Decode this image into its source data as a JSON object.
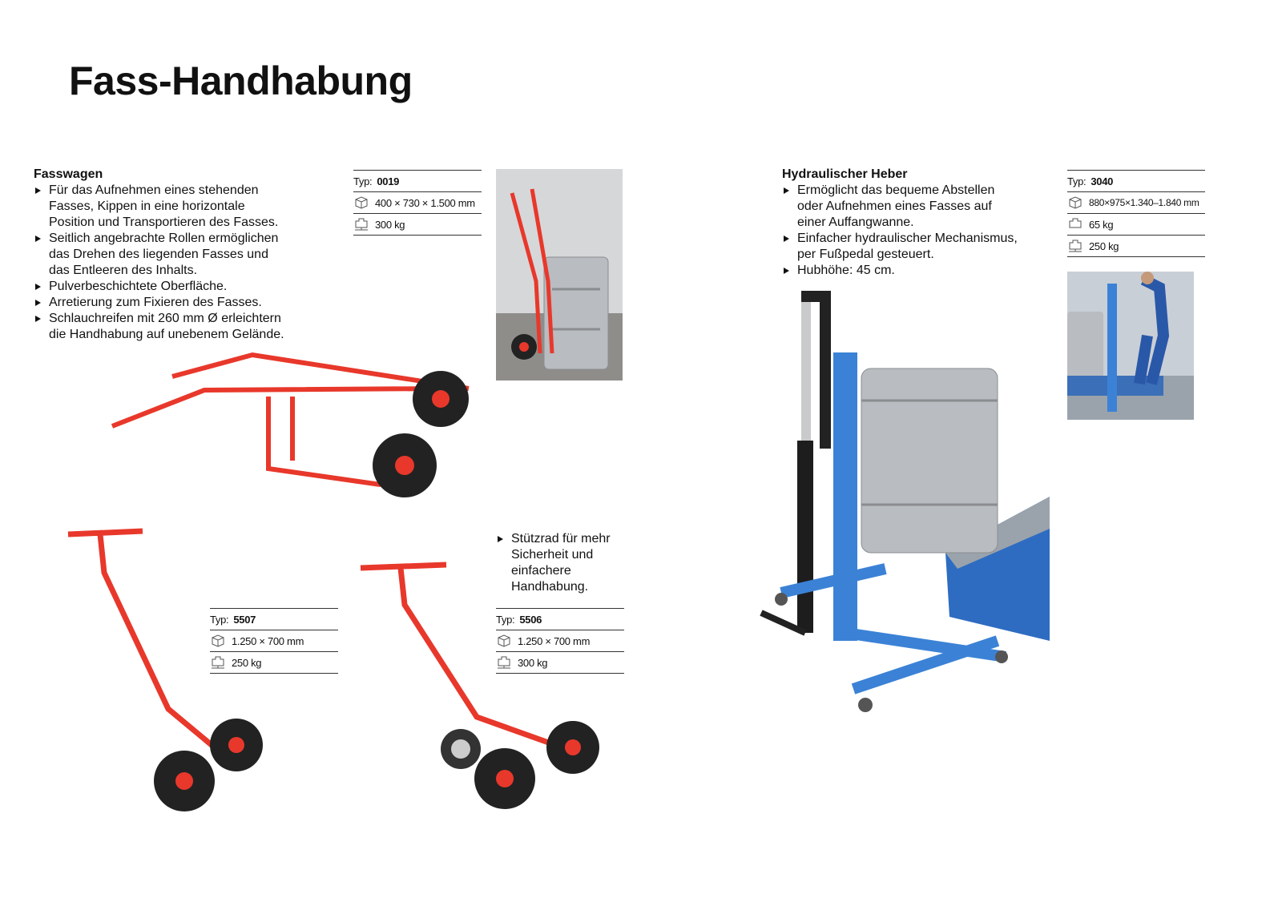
{
  "title": "Fass-Handhabung",
  "fasswagen": {
    "heading": "Fasswagen",
    "bullets": [
      "Für das Aufnehmen eines stehenden Fasses, Kippen in eine horizontale Position und Transportieren des Fasses.",
      "Seitlich angebrachte Rollen ermöglichen das Drehen des liegenden Fasses und das Entleeren des Inhalts.",
      "Pulverbeschichtete Oberfläche.",
      "Arretierung zum Fixieren des Fasses.",
      "Schlauchreifen mit 260 mm Ø erleichtern die Handhabung auf unebenem Gelände."
    ],
    "spec": {
      "typ_label": "Typ:",
      "typ": "0019",
      "dims": "400 × 730 × 1.500 mm",
      "load": "300 kg"
    }
  },
  "k5507": {
    "spec": {
      "typ_label": "Typ:",
      "typ": "5507",
      "dims": "1.250 × 700  mm",
      "load": "250 kg"
    }
  },
  "k5506": {
    "bullet": "Stützrad für mehr Sicherheit und einfachere Handhabung.",
    "spec": {
      "typ_label": "Typ:",
      "typ": "5506",
      "dims": "1.250 × 700  mm",
      "load": "300 kg"
    }
  },
  "heber": {
    "heading": "Hydraulischer Heber",
    "bullets": [
      "Ermöglicht das bequeme Abstellen oder Aufnehmen eines Fasses auf einer Auffangwanne.",
      "Einfacher hydraulischer Mechanismus, per Fußpedal gesteuert.",
      "Hubhöhe: 45 cm."
    ],
    "spec": {
      "typ_label": "Typ:",
      "typ": "3040",
      "dims": "880×975×1.340–1.840 mm",
      "weight": "65 kg",
      "load": "250 kg"
    }
  },
  "colors": {
    "red": "#e8382b",
    "blue": "#3b82d6",
    "steel": "#b9bcc0"
  }
}
